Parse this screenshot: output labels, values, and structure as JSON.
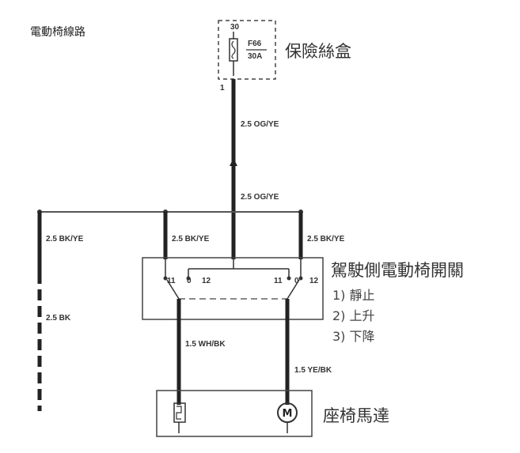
{
  "title": "電動椅線路",
  "fuse_box": {
    "pin_top": "30",
    "fuse_id": "F66",
    "fuse_rating": "30A",
    "label": "保險絲盒",
    "pin_bottom": "1"
  },
  "wires": {
    "og_ye_upper": "2.5 OG/YE",
    "og_ye_lower": "2.5 OG/YE",
    "bk_ye_left": "2.5 BK/YE",
    "bk_ye_mid": "2.5 BK/YE",
    "bk_ye_right": "2.5 BK/YE",
    "bk_ground": "2.5 BK",
    "wh_bk": "1.5 WH/BK",
    "ye_bk": "1.5 YE/BK"
  },
  "switch": {
    "label": "駕駛側電動椅開關",
    "left_pins": [
      "11",
      "0",
      "12"
    ],
    "right_pins": [
      "11",
      "0",
      "12"
    ],
    "positions": [
      "1) 靜止",
      "2) 上升",
      "3) 下降"
    ]
  },
  "motor": {
    "label": "座椅馬達",
    "symbol": "M"
  }
}
